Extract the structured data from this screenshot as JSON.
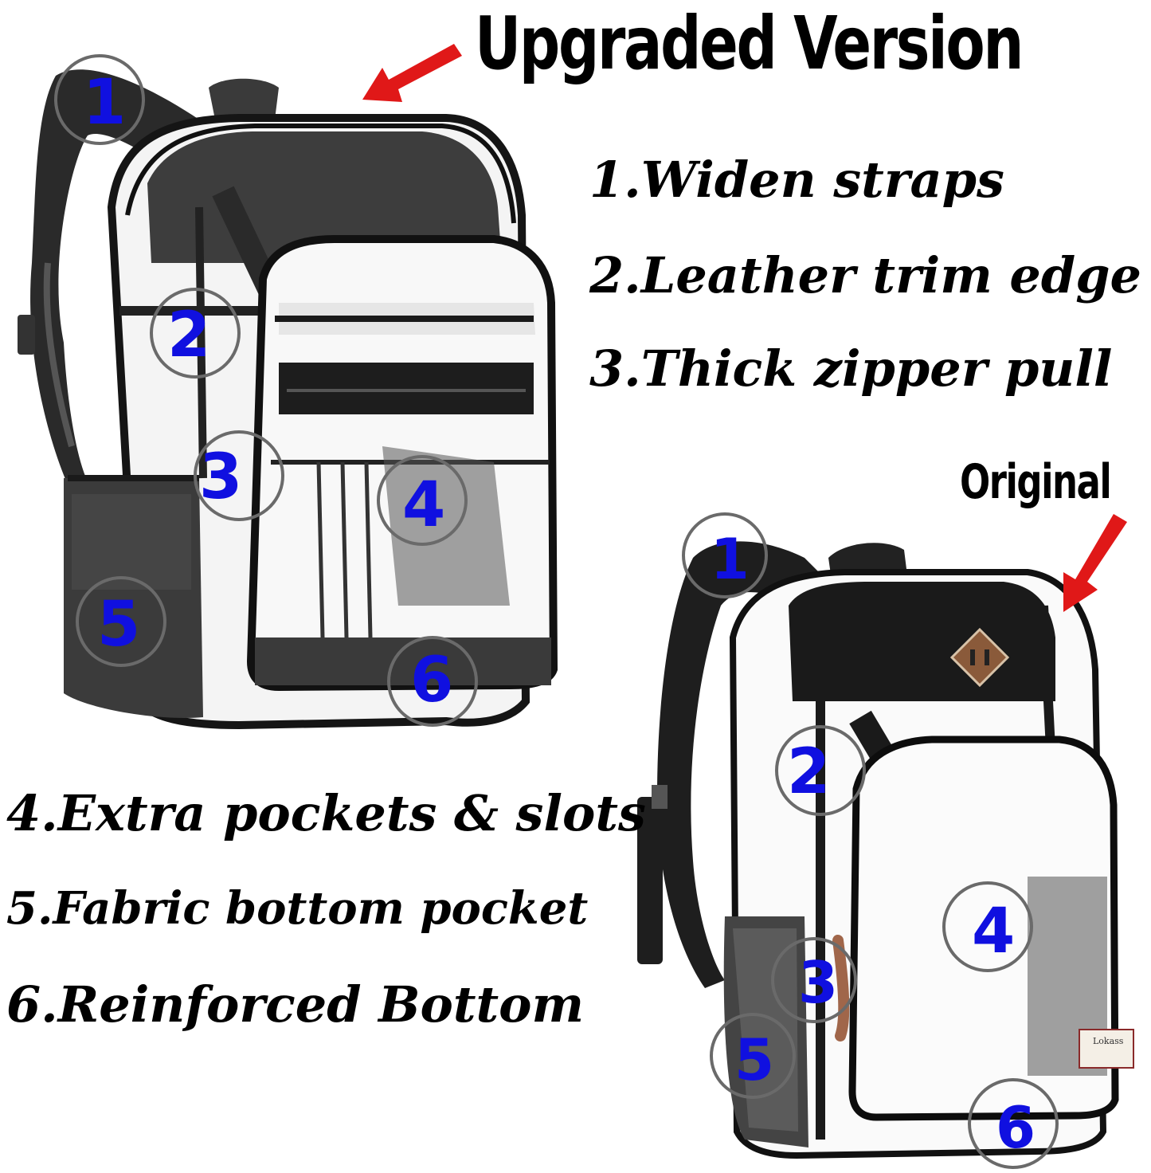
{
  "heading": "Upgraded Version",
  "original_label": "Original",
  "features": [
    "1.Widen straps",
    "2.Leather trim edge",
    "3.Thick zipper pull",
    "4.Extra pockets & slots",
    "5.Fabric bottom pocket",
    "6.Reinforced Bottom"
  ],
  "markers": [
    "1",
    "2",
    "3",
    "4",
    "5",
    "6"
  ],
  "brand_tag": "Lokass",
  "colors": {
    "arrow": "#e01818",
    "marker_number": "#1010e0",
    "bag_black": "#1a1a1a"
  }
}
